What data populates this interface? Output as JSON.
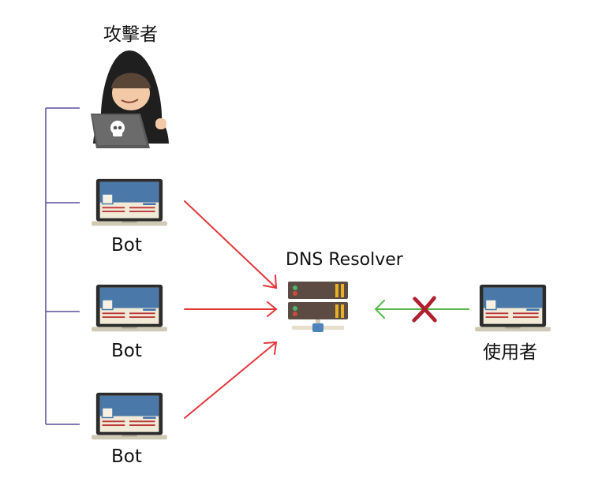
{
  "attacker": {
    "label": "攻擊者"
  },
  "bots": [
    {
      "label": "Bot"
    },
    {
      "label": "Bot"
    },
    {
      "label": "Bot"
    }
  ],
  "resolver": {
    "label": "DNS Resolver"
  },
  "user": {
    "label": "使用者"
  },
  "colors": {
    "bracket": "#5a4e9c",
    "attack_arrow": "#e0373c",
    "user_arrow": "#58b849",
    "blocked_x": "#b0202e",
    "laptop_frame": "#2c2c2c",
    "laptop_base": "#cfcab6",
    "screen_header": "#4a79a9",
    "server_body": "#5b4b43",
    "server_stripe": "#e8b024"
  },
  "icons": {
    "attacker": "hooded-hacker-icon",
    "bot": "laptop-icon",
    "resolver": "server-icon",
    "user": "laptop-icon",
    "blocked": "cross-icon"
  }
}
